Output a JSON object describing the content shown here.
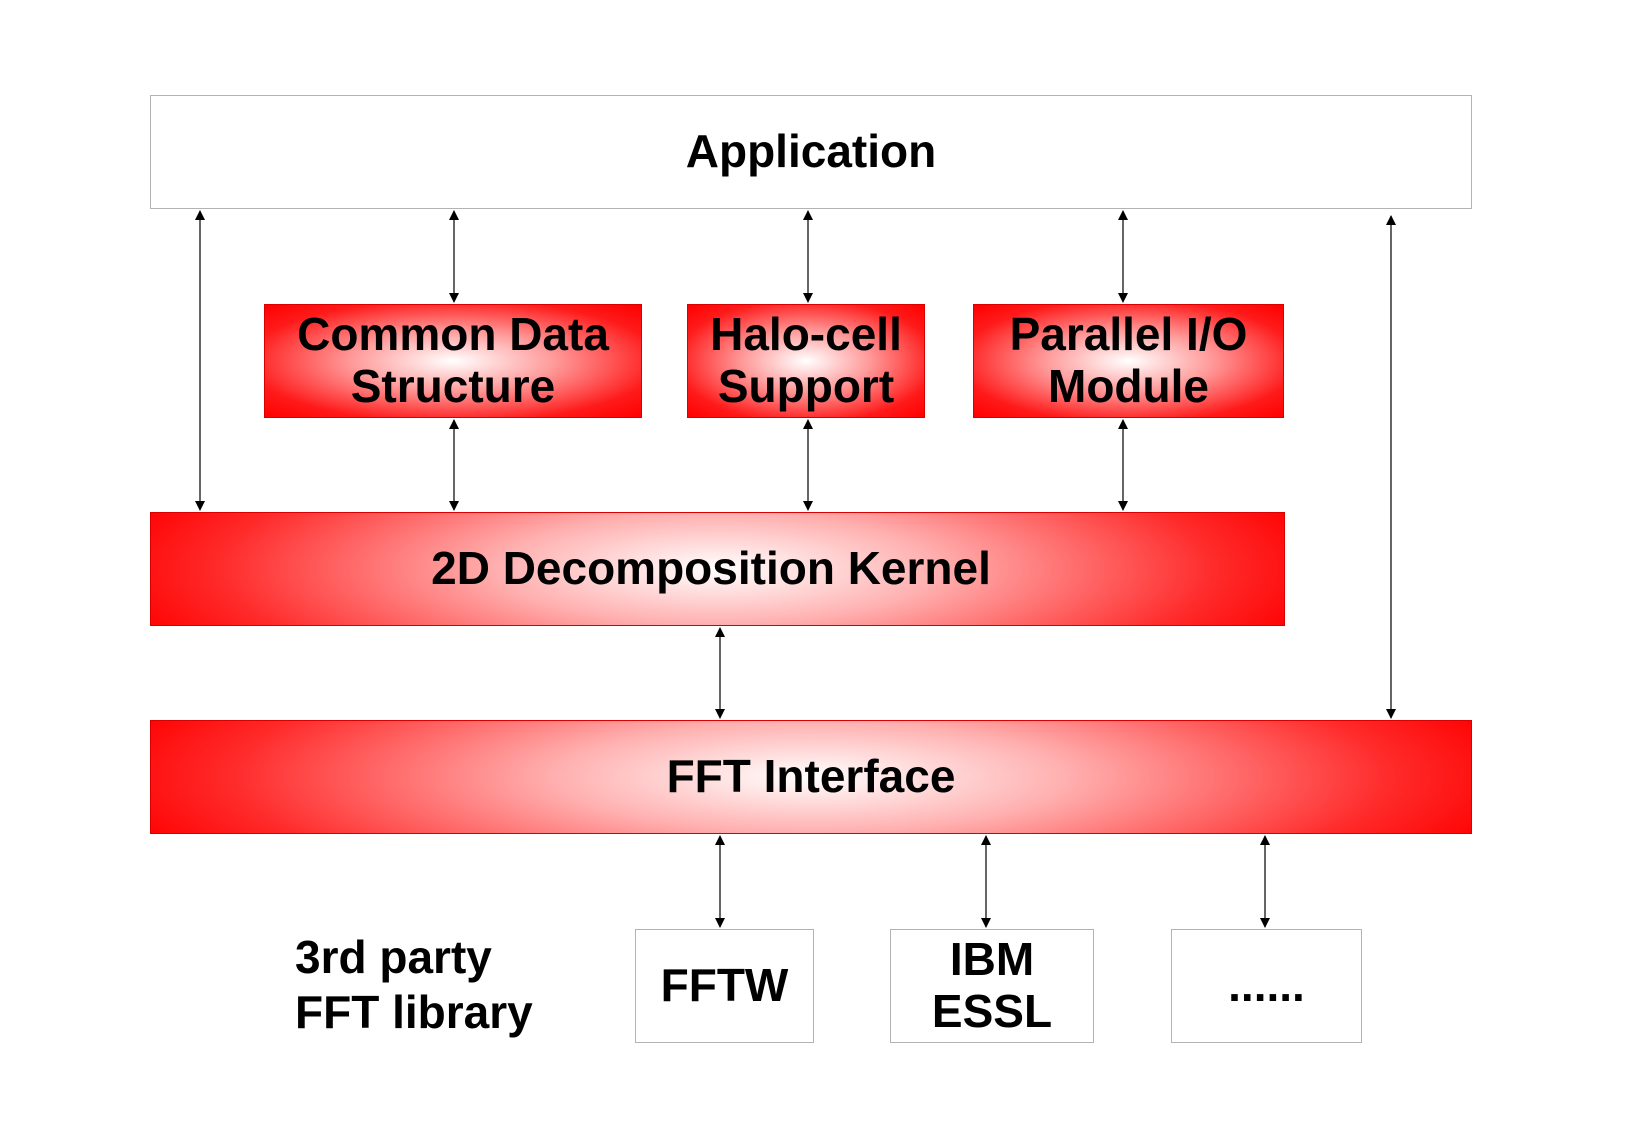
{
  "application": {
    "label": "Application"
  },
  "modules": {
    "common_data": {
      "line1": "Common Data",
      "line2": "Structure"
    },
    "halo_cell": {
      "line1": "Halo-cell",
      "line2": "Support"
    },
    "parallel_io": {
      "line1": "Parallel I/O",
      "line2": "Module"
    }
  },
  "kernel": {
    "label": "2D Decomposition Kernel"
  },
  "fft_interface": {
    "label": "FFT Interface"
  },
  "third_party": {
    "label_line1": "3rd party",
    "label_line2": "FFT library",
    "libraries": {
      "fftw": {
        "label": "FFTW"
      },
      "ibm_essl": {
        "line1": "IBM",
        "line2": "ESSL"
      },
      "others": {
        "label": "......"
      }
    }
  }
}
